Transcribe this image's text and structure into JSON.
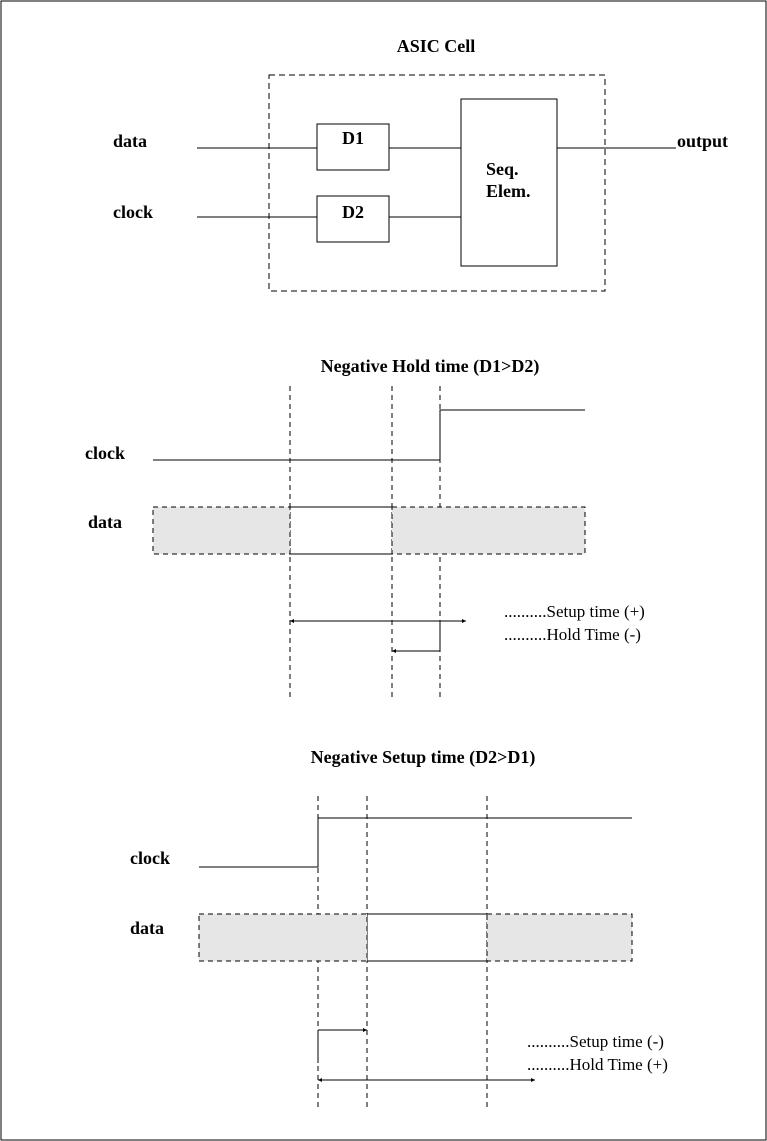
{
  "asic": {
    "title": "ASIC Cell",
    "input_data": "data",
    "input_clock": "clock",
    "delay1": "D1",
    "delay2": "D2",
    "seq_line1": "Seq.",
    "seq_line2": "Elem.",
    "output": "output"
  },
  "hold": {
    "title": "Negative Hold time (D1>D2)",
    "clock_label": "clock",
    "data_label": "data",
    "setup_note": "..........Setup time (+)",
    "hold_note": "..........Hold Time (-)"
  },
  "setup": {
    "title": "Negative Setup time (D2>D1)",
    "clock_label": "clock",
    "data_label": "data",
    "setup_note": "..........Setup time (-)",
    "hold_note": "..........Hold Time (+)"
  }
}
